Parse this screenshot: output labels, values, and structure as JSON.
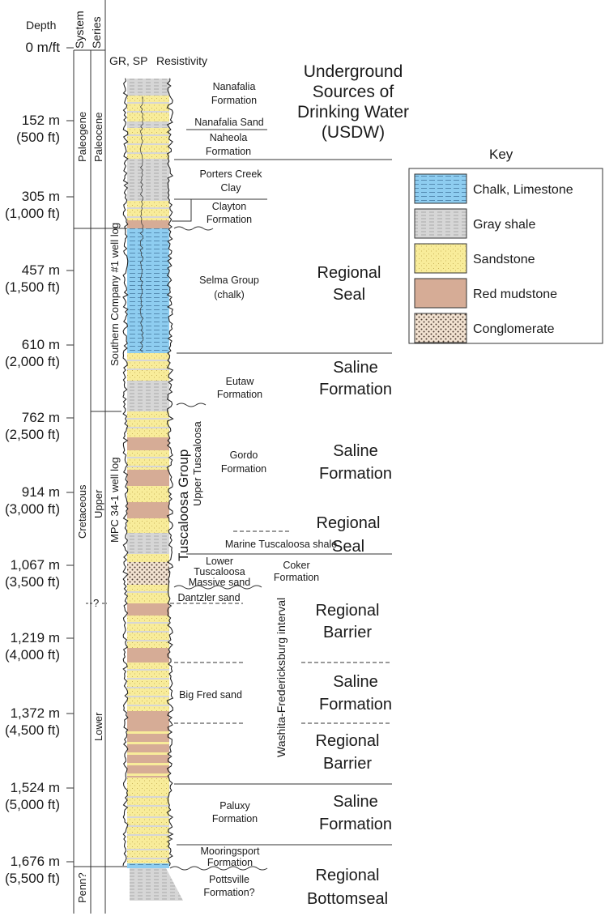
{
  "headers": {
    "depth": "Depth",
    "system": "System",
    "series": "Series",
    "gr_sp": "GR, SP",
    "resistivity": "Resistivity"
  },
  "depth_marks": [
    {
      "m": "0 m/ft",
      "ft": ""
    },
    {
      "m": "152 m",
      "ft": "(500 ft)"
    },
    {
      "m": "305 m",
      "ft": "(1,000 ft)"
    },
    {
      "m": "457 m",
      "ft": "(1,500 ft)"
    },
    {
      "m": "610 m",
      "ft": "(2,000 ft)"
    },
    {
      "m": "762 m",
      "ft": "(2,500 ft)"
    },
    {
      "m": "914 m",
      "ft": "(3,000 ft)"
    },
    {
      "m": "1,067 m",
      "ft": "(3,500 ft)"
    },
    {
      "m": "1,219 m",
      "ft": "(4,000 ft)"
    },
    {
      "m": "1,372 m",
      "ft": "(4,500 ft)"
    },
    {
      "m": "1,524 m",
      "ft": "(5,000 ft)"
    },
    {
      "m": "1,676 m",
      "ft": "(5,500 ft)"
    }
  ],
  "systems": {
    "paleogene": "Paleogene",
    "cretaceous": "Cretaceous",
    "penn": "Penn?"
  },
  "series": {
    "paleocene": "Paleocene",
    "upper": "Upper",
    "lower": "Lower",
    "question": "?"
  },
  "well_logs": {
    "southern": "Southern Company #1 well log",
    "mpc": "MPC 34-1 well log"
  },
  "groups": {
    "tuscaloosa_group": "Tuscaloosa Group",
    "upper_tuscaloosa": "Upper Tuscaloosa",
    "washita": "Washita-Fredericksburg interval"
  },
  "formations": {
    "nanafalia": [
      "Nanafalia",
      "Formation"
    ],
    "nanafalia_sand": "Nanafalia Sand",
    "naheola": [
      "Naheola",
      "Formation"
    ],
    "porters_creek": [
      "Porters Creek",
      "Clay"
    ],
    "clayton": [
      "Clayton",
      "Formation"
    ],
    "selma": [
      "Selma Group",
      "(chalk)"
    ],
    "eutaw": [
      "Eutaw",
      "Formation"
    ],
    "gordo": [
      "Gordo",
      "Formation"
    ],
    "marine_tuscaloosa": "Marine Tuscaloosa shale",
    "lower_tuscaloosa": [
      "Lower",
      "Tuscaloosa",
      "Massive sand"
    ],
    "coker": [
      "Coker",
      "Formation"
    ],
    "dantzler": "Dantzler sand",
    "big_fred": "Big Fred sand",
    "paluxy": [
      "Paluxy",
      "Formation"
    ],
    "mooringsport": [
      "Mooringsport",
      "Formation"
    ],
    "pottsville": [
      "Pottsville",
      "Formation?"
    ]
  },
  "units": {
    "usdw": [
      "Underground",
      "Sources of",
      "Drinking Water",
      "(USDW)"
    ],
    "regional_seal_1": [
      "Regional",
      "Seal"
    ],
    "saline_1": [
      "Saline",
      "Formation"
    ],
    "saline_2": [
      "Saline",
      "Formation"
    ],
    "regional_seal_2": [
      "Regional",
      "Seal"
    ],
    "regional_barrier_1": [
      "Regional",
      "Barrier"
    ],
    "saline_3": [
      "Saline",
      "Formation"
    ],
    "regional_barrier_2": [
      "Regional",
      "Barrier"
    ],
    "saline_4": [
      "Saline",
      "Formation"
    ],
    "bottomseal": [
      "Regional",
      "Bottomseal"
    ]
  },
  "key": {
    "title": "Key",
    "items": [
      {
        "label": "Chalk, Limestone",
        "color": "#8ecdf0",
        "pattern": "chalk"
      },
      {
        "label": "Gray shale",
        "color": "#d6d6d6",
        "pattern": "shale"
      },
      {
        "label": "Sandstone",
        "color": "#f8ec9a",
        "pattern": "sand"
      },
      {
        "label": "Red mudstone",
        "color": "#d6ac96",
        "pattern": "mud"
      },
      {
        "label": "Conglomerate",
        "color": "#f3e3d2",
        "pattern": "cong"
      }
    ]
  },
  "colors": {
    "chalk": "#8ecdf0",
    "shale": "#d6d6d6",
    "sand": "#f8ec9a",
    "mud": "#d6ac96",
    "conglomerate": "#f3e3d2"
  }
}
